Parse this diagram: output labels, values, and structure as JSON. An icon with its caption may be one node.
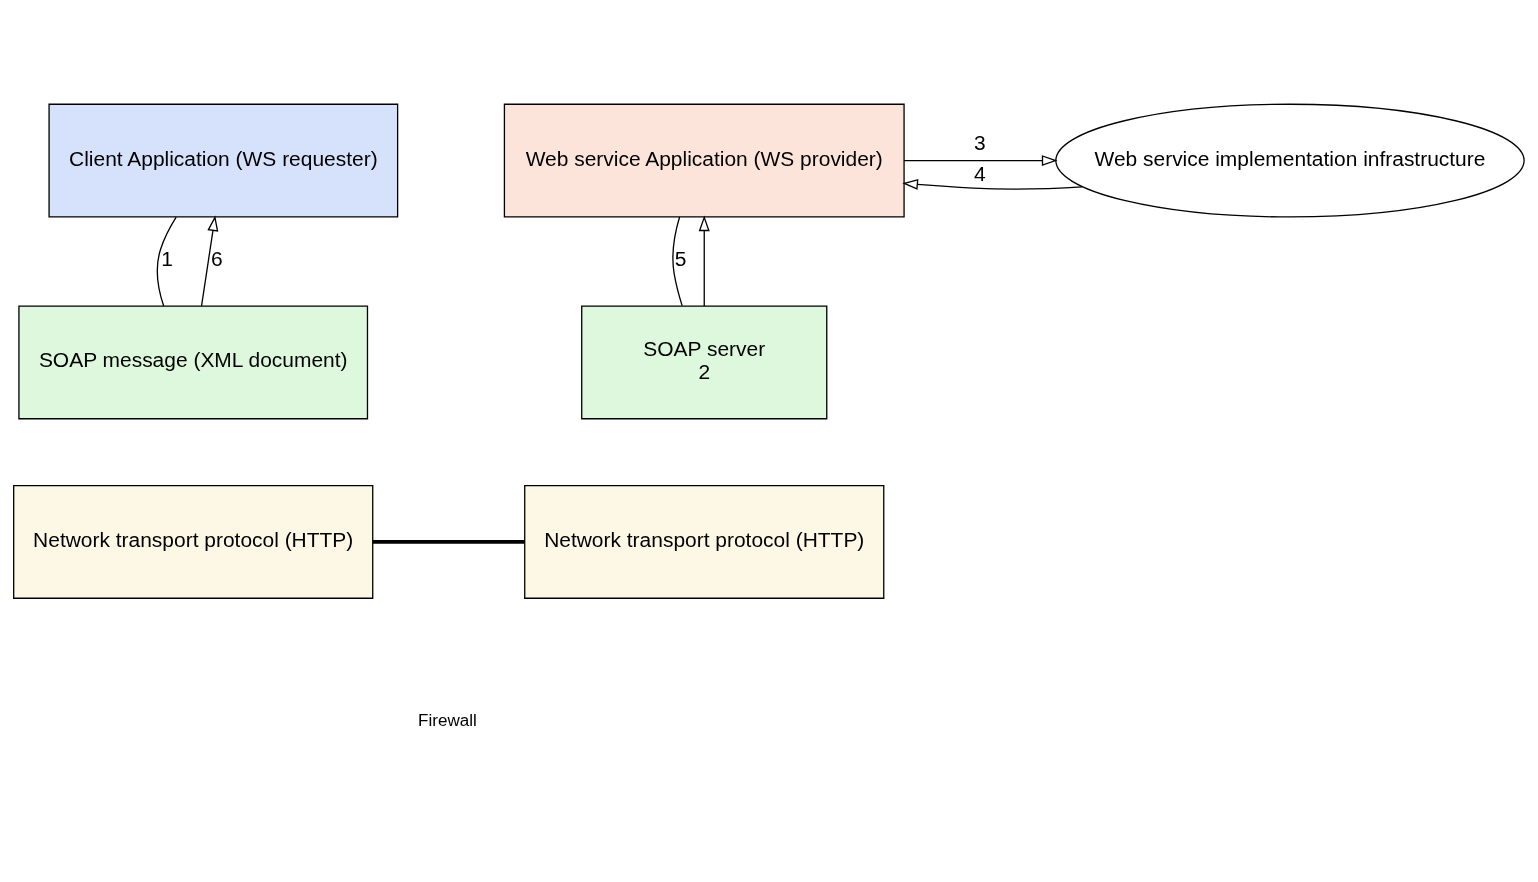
{
  "diagram": {
    "nodes": [
      {
        "text": [
          "Client Application (WS requester)"
        ]
      },
      {
        "text": [
          "Web service Application (WS provider)"
        ]
      },
      {
        "text": [
          "Web service implementation infrastructure"
        ]
      },
      {
        "text": [
          "SOAP message (XML document)"
        ]
      },
      {
        "text": [
          "Network transport protocol (HTTP)"
        ]
      },
      {
        "text": [
          "SOAP server",
          "2"
        ]
      },
      {
        "text": [
          "Network transport protocol (HTTP)"
        ]
      }
    ],
    "edges": [
      {
        "from": 0,
        "to": 3,
        "arrow": "none",
        "label": "1"
      },
      {
        "from": 3,
        "to": 0,
        "arrow": "to",
        "label": "6"
      },
      {
        "from": 1,
        "to": 2,
        "arrow": "to",
        "label": "3"
      },
      {
        "from": 2,
        "to": 1,
        "arrow": "to",
        "label": "4"
      },
      {
        "from": 1,
        "to": 5,
        "arrow": "none",
        "label": "5"
      },
      {
        "from": 5,
        "to": 1,
        "arrow": "to"
      },
      {
        "from": 4,
        "to": 6,
        "arrow": "none",
        "style": "thick"
      }
    ],
    "labels": [
      "Firewall"
    ]
  }
}
